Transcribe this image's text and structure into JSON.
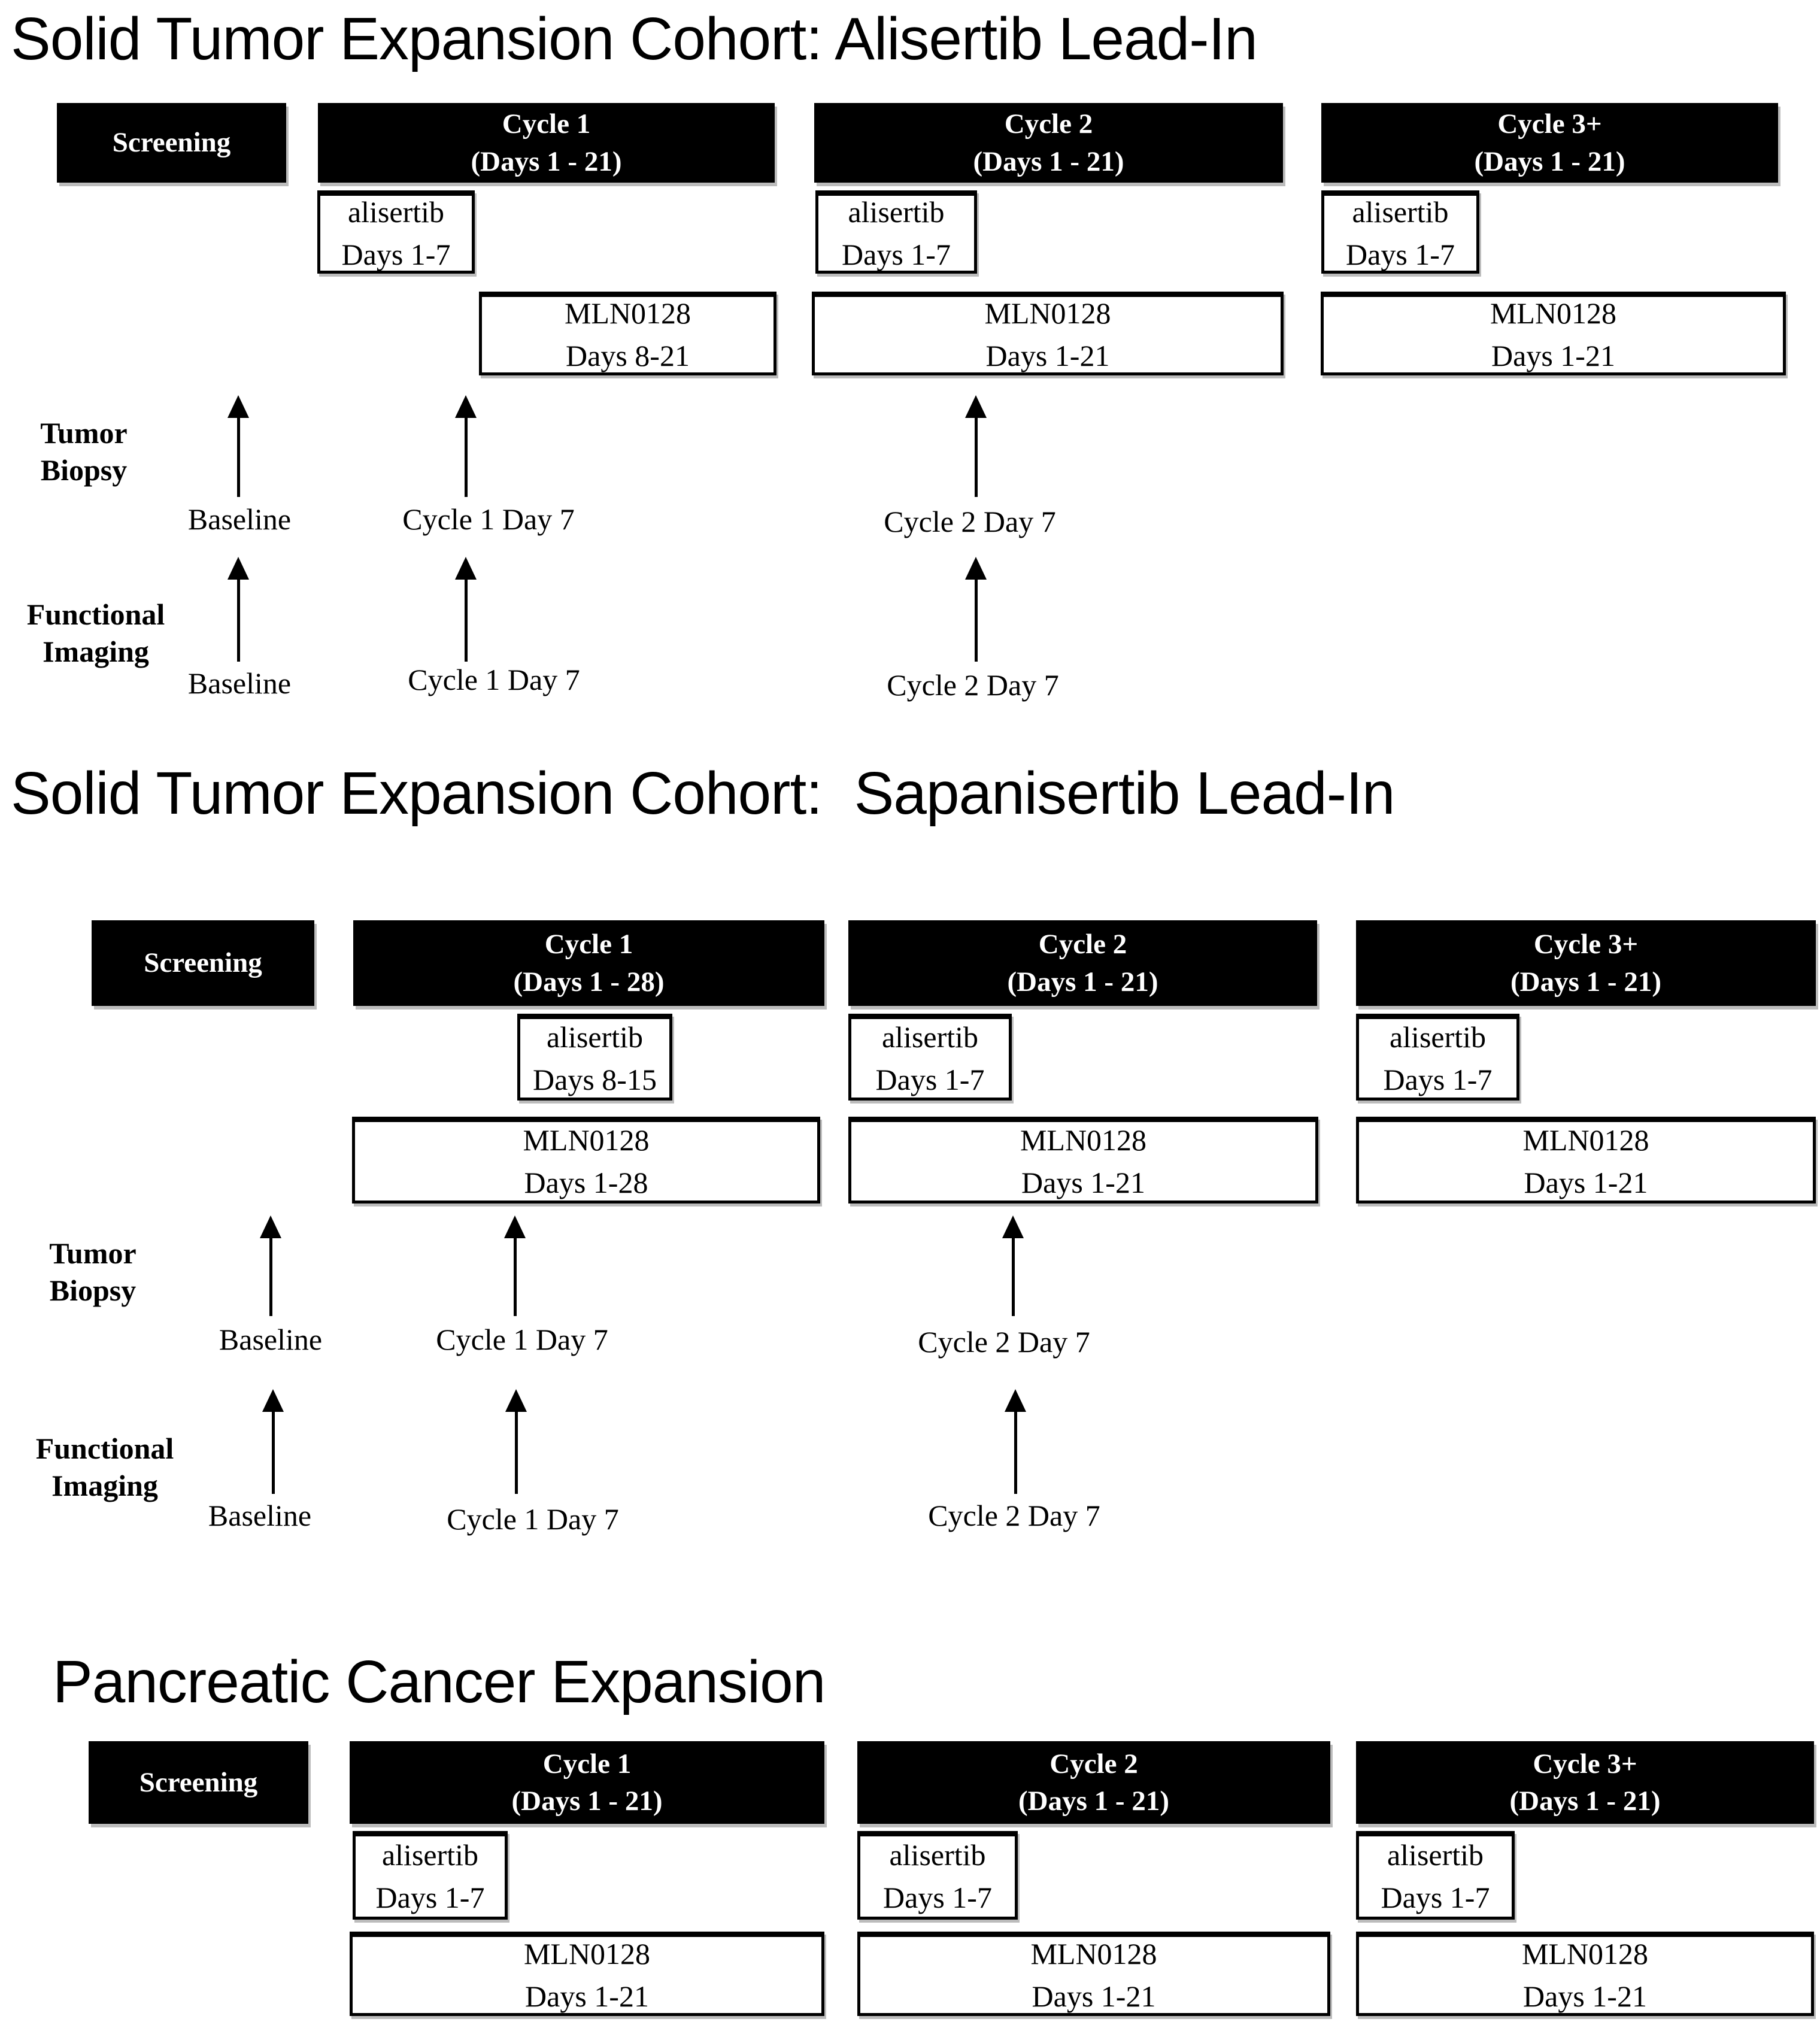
{
  "page": {
    "background": "#ffffff",
    "box_fill": "#000000",
    "box_text_color": "#ffffff",
    "shadow_color": "#bcbcbc"
  },
  "sections": [
    {
      "title": "Solid Tumor Expansion Cohort: Alisertib Lead-In",
      "screening": "Screening",
      "cycles": [
        {
          "header_line1": "Cycle 1",
          "header_line2": "(Days 1 - 21)",
          "alisertib_line1": "alisertib",
          "alisertib_line2": "Days 1-7",
          "mln_line1": "MLN0128",
          "mln_line2": "Days 8-21"
        },
        {
          "header_line1": "Cycle 2",
          "header_line2": "(Days 1 - 21)",
          "alisertib_line1": "alisertib",
          "alisertib_line2": "Days 1-7",
          "mln_line1": "MLN0128",
          "mln_line2": "Days 1-21"
        },
        {
          "header_line1": "Cycle 3+",
          "header_line2": "(Days 1 - 21)",
          "alisertib_line1": "alisertib",
          "alisertib_line2": "Days 1-7",
          "mln_line1": "MLN0128",
          "mln_line2": "Days 1-21"
        }
      ],
      "tumor_biopsy_line1": "Tumor",
      "tumor_biopsy_line2": "Biopsy",
      "functional_imaging_line1": "Functional",
      "functional_imaging_line2": "Imaging",
      "biopsy_timepoints": [
        "Baseline",
        "Cycle 1 Day 7",
        "Cycle 2 Day 7"
      ],
      "imaging_timepoints": [
        "Baseline",
        "Cycle 1 Day 7",
        "Cycle 2 Day 7"
      ]
    },
    {
      "title": "Solid Tumor Expansion Cohort:  Sapanisertib Lead-In",
      "screening": "Screening",
      "cycles": [
        {
          "header_line1": "Cycle 1",
          "header_line2": "(Days 1 - 28)",
          "alisertib_line1": "alisertib",
          "alisertib_line2": "Days 8-15",
          "mln_line1": "MLN0128",
          "mln_line2": "Days 1-28"
        },
        {
          "header_line1": "Cycle 2",
          "header_line2": "(Days 1 - 21)",
          "alisertib_line1": "alisertib",
          "alisertib_line2": "Days 1-7",
          "mln_line1": "MLN0128",
          "mln_line2": "Days 1-21"
        },
        {
          "header_line1": "Cycle 3+",
          "header_line2": "(Days 1 - 21)",
          "alisertib_line1": "alisertib",
          "alisertib_line2": "Days 1-7",
          "mln_line1": "MLN0128",
          "mln_line2": "Days 1-21"
        }
      ],
      "tumor_biopsy_line1": "Tumor",
      "tumor_biopsy_line2": "Biopsy",
      "functional_imaging_line1": "Functional",
      "functional_imaging_line2": "Imaging",
      "biopsy_timepoints": [
        "Baseline",
        "Cycle 1 Day 7",
        "Cycle 2 Day 7"
      ],
      "imaging_timepoints": [
        "Baseline",
        "Cycle 1 Day 7",
        "Cycle 2 Day 7"
      ]
    },
    {
      "title": "Pancreatic Cancer Expansion",
      "screening": "Screening",
      "cycles": [
        {
          "header_line1": "Cycle 1",
          "header_line2": "(Days 1 - 21)",
          "alisertib_line1": "alisertib",
          "alisertib_line2": "Days 1-7",
          "mln_line1": "MLN0128",
          "mln_line2": "Days 1-21"
        },
        {
          "header_line1": "Cycle 2",
          "header_line2": "(Days 1 - 21)",
          "alisertib_line1": "alisertib",
          "alisertib_line2": "Days 1-7",
          "mln_line1": "MLN0128",
          "mln_line2": "Days 1-21"
        },
        {
          "header_line1": "Cycle 3+",
          "header_line2": "(Days 1 - 21)",
          "alisertib_line1": "alisertib",
          "alisertib_line2": "Days 1-7",
          "mln_line1": "MLN0128",
          "mln_line2": "Days 1-21"
        }
      ]
    }
  ]
}
